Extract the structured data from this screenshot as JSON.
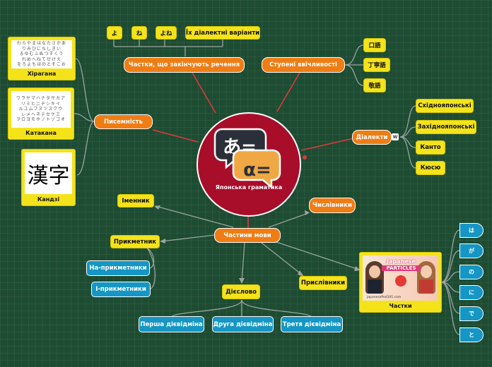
{
  "colors": {
    "background": "#1d4c32",
    "central_topic": "#a80d2a",
    "main_topic": "#ef7d14",
    "subtopic": "#f4e31a",
    "secondary_topic": "#1596c4",
    "connector": "#e0383d",
    "branch": "#9aa4a0"
  },
  "center": {
    "label": "Японська граматика",
    "icon": "speech-bubbles-icon"
  },
  "particles_end": {
    "label": "Частки, що закінчують речення",
    "items": [
      "よ",
      "ね",
      "よね",
      "Їх діалектні варіанти"
    ]
  },
  "politeness": {
    "label": "Ступені ввічливості",
    "items": [
      "口語",
      "丁寧語",
      "敬語"
    ]
  },
  "writing": {
    "label": "Писемність",
    "cards": [
      {
        "caption": "Хірагана",
        "image": "hiragana-chart"
      },
      {
        "caption": "Катакана",
        "image": "katakana-chart"
      },
      {
        "caption": "Кандзі",
        "kanji": "漢字"
      }
    ],
    "hiragana_glyphs": "わらやまはなたさかあ\nりみひにちしきい\nるゆむふぬつすくう\nれめへねてせけえ\nをろよもほのとそこお",
    "katakana_glyphs": "ワラヤマハナタサカア\nリミヒニチシキイ\nルユムフヌツスクウ\nレメヘネテセケエ\nヲロヨモホノトソコオ"
  },
  "dialects": {
    "label": "Діалекти",
    "items": [
      "Східнояпонські",
      "Західнояпонські",
      "Канто",
      "Кюсю"
    ]
  },
  "parts_of_speech": {
    "label": "Частини мови",
    "noun": "Іменник",
    "numerals": "Числівники",
    "adjective": {
      "label": "Прикметник",
      "items": [
        "На-прикметники",
        "І-прикметники"
      ]
    },
    "verb": {
      "label": "Дієслово",
      "items": [
        "Перша дієвідміна",
        "Друга дієвідміна",
        "Третя дієвідміна"
      ]
    },
    "adverbs": "Прислівники",
    "particles": {
      "label": "Частки",
      "thumbnail": {
        "title_line1": "Japanese",
        "title_line2": "PARTICLES",
        "site": "JapanesePod101.com"
      },
      "items": [
        "は",
        "が",
        "の",
        "に",
        "で",
        "と"
      ]
    }
  }
}
